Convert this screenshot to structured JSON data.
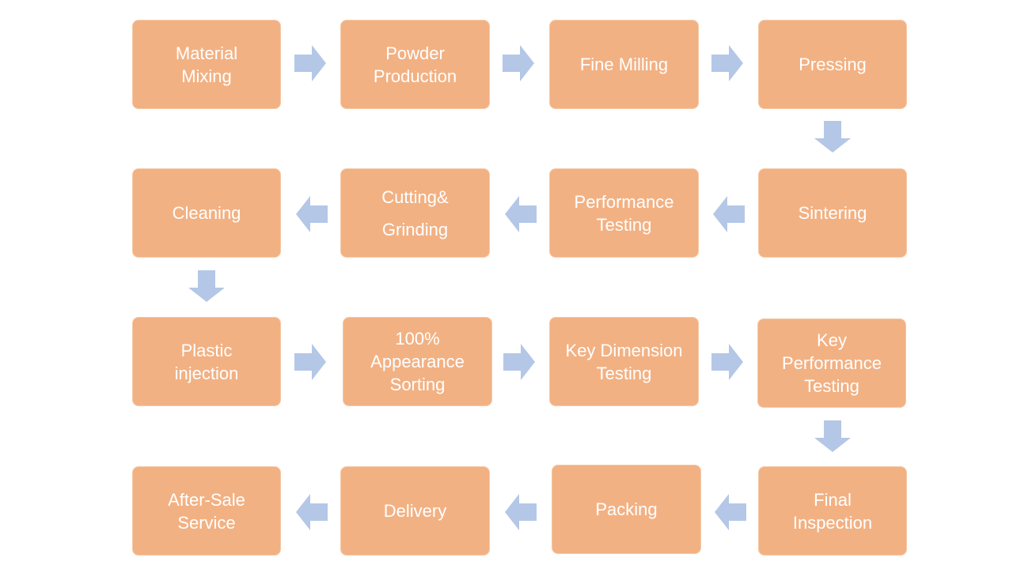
{
  "colors": {
    "box_fill": "#f2b183",
    "box_text": "#ffffff",
    "arrow_fill": "#b4c7e7"
  },
  "steps": [
    "Material\nMixing",
    "Powder\nProduction",
    "Fine Milling",
    "Pressing",
    "Sintering",
    "Performance\nTesting",
    "Cutting&\nGrinding",
    "Cleaning",
    "Plastic\ninjection",
    "100%\nAppearance\nSorting",
    "Key Dimension\nTesting",
    "Key\nPerformance\nTesting",
    "Final\nInspection",
    "Packing",
    "Delivery",
    "After-Sale\nService"
  ],
  "arrows": [
    {
      "name": "arrow-mixing-to-powder",
      "direction": "right"
    },
    {
      "name": "arrow-powder-to-milling",
      "direction": "right"
    },
    {
      "name": "arrow-milling-to-pressing",
      "direction": "right"
    },
    {
      "name": "arrow-pressing-to-sintering",
      "direction": "down"
    },
    {
      "name": "arrow-sintering-to-performance",
      "direction": "left"
    },
    {
      "name": "arrow-performance-to-cutting",
      "direction": "left"
    },
    {
      "name": "arrow-cutting-to-cleaning",
      "direction": "left"
    },
    {
      "name": "arrow-cleaning-to-plastic",
      "direction": "down"
    },
    {
      "name": "arrow-plastic-to-sorting",
      "direction": "right"
    },
    {
      "name": "arrow-sorting-to-dimension",
      "direction": "right"
    },
    {
      "name": "arrow-dimension-to-keyperf",
      "direction": "right"
    },
    {
      "name": "arrow-keyperf-to-final",
      "direction": "down"
    },
    {
      "name": "arrow-final-to-packing",
      "direction": "left"
    },
    {
      "name": "arrow-packing-to-delivery",
      "direction": "left"
    },
    {
      "name": "arrow-delivery-to-aftersale",
      "direction": "left"
    }
  ]
}
